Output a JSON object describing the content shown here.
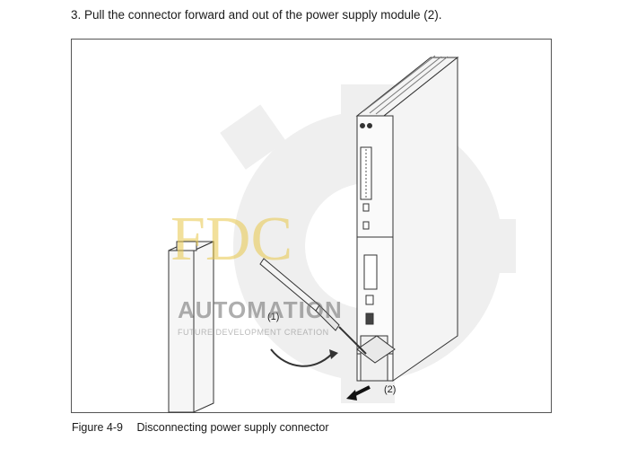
{
  "instruction": {
    "text": "3.  Pull the connector forward and out of the power supply module (2)."
  },
  "figure": {
    "label_1": "(1)",
    "label_2": "(2)",
    "watermark": {
      "brand": "FDC",
      "line1": "AUTOMATION",
      "line2": "FUTURE DEVELOPMENT CREATION"
    }
  },
  "caption": {
    "number": "Figure 4-9",
    "text": "Disconnecting power supply connector"
  }
}
